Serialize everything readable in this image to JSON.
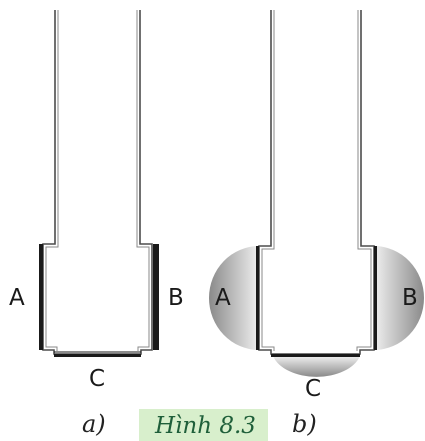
{
  "labels": {
    "a_left": "A",
    "a_right": "B",
    "a_bottom": "C",
    "b_left": "A",
    "b_right": "B",
    "b_bottom": "C"
  },
  "caption": {
    "sub_a": "a)",
    "figure": "Hình 8.3",
    "sub_b": "b)"
  },
  "colors": {
    "stroke": "#4d4d4d",
    "membrane": "#1a1a1a",
    "bulge_dark": "#8a8a8a",
    "bulge_light": "#f0f0f0",
    "caption_bg": "#d8efcc",
    "caption_text": "#1f5f3a"
  }
}
